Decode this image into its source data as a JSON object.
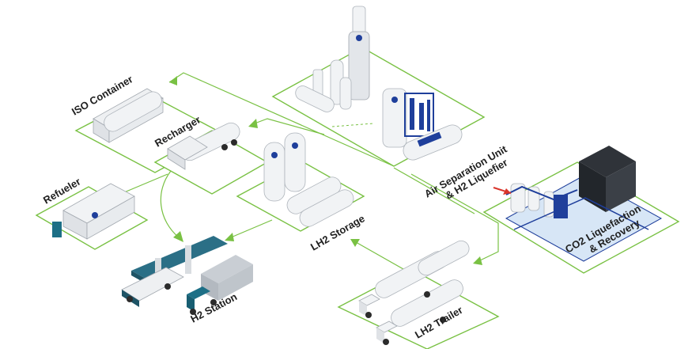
{
  "labels": {
    "iso_container": "ISO Container",
    "recharger": "Recharger",
    "refueler": "Refueler",
    "lh2_storage": "LH2 Storage",
    "h2_station": "H2 Station",
    "lh2_trailer": "LH2 Trailer",
    "asu_line1": "Air Separation Unit",
    "asu_line2": "& H2 Liquefier",
    "co2_line1": "CO2 Liquefaction",
    "co2_line2": "& Recovery"
  },
  "colors": {
    "accent_green": "#79c143",
    "equipment_blue": "#1f3f9b",
    "highlight_red": "#d9342b"
  }
}
